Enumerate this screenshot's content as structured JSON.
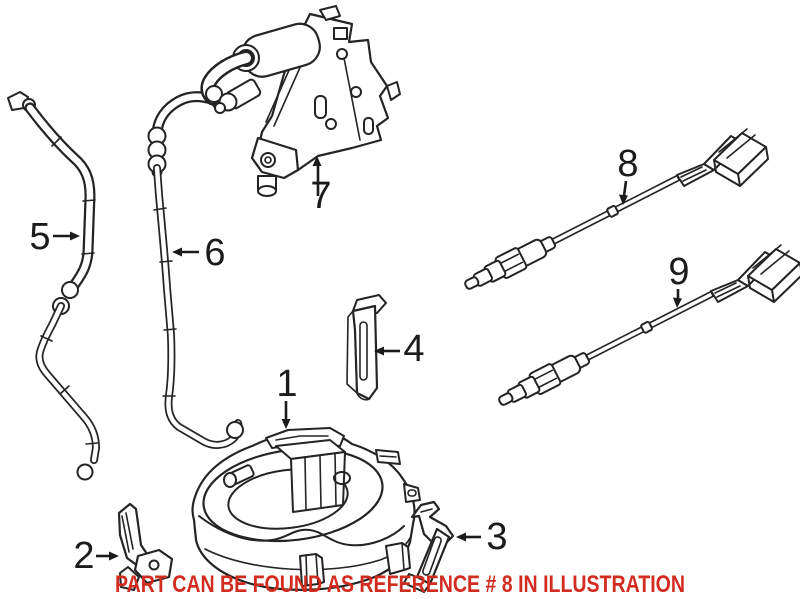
{
  "style": {
    "background": "#ffffff",
    "line_color": "#242424",
    "label_color": "#1b1b1b"
  },
  "note": {
    "text": "PART CAN BE FOUND AS REFERENCE # 8 IN ILLUSTRATION",
    "color": "#d22b20"
  },
  "callouts": [
    {
      "label": "1",
      "part": "evap-canister"
    },
    {
      "label": "2",
      "part": "mounting-bracket-front"
    },
    {
      "label": "3",
      "part": "mounting-bracket-rear"
    },
    {
      "label": "4",
      "part": "mounting-bracket-strip"
    },
    {
      "label": "5",
      "part": "vapor-hose-left"
    },
    {
      "label": "6",
      "part": "vapor-hose-right"
    },
    {
      "label": "7",
      "part": "purge-valve-with-bracket"
    },
    {
      "label": "8",
      "part": "oxygen-sensor-upper"
    },
    {
      "label": "9",
      "part": "oxygen-sensor-lower"
    }
  ]
}
